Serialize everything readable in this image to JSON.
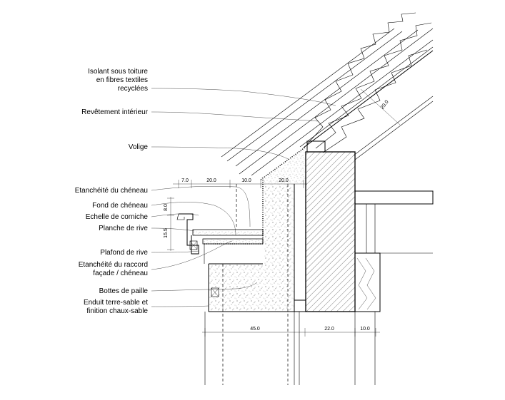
{
  "labels": {
    "isolant": [
      "Isolant sous toiture",
      "en fibres textiles",
      "recyclées"
    ],
    "revetement": "Revêtement intérieur",
    "volige": "Volige",
    "etancheite_cheneau": "Etanchéité du chéneau",
    "fond_cheneau": "Fond de chéneau",
    "echelle_corniche": "Echelle de corniche",
    "planche_rive": "Planche de rive",
    "plafond_rive": "Plafond de rive",
    "etancheite_raccord": [
      "Etanchéité du raccord",
      "façade / chéneau"
    ],
    "bottes_paille": "Bottes de paille",
    "enduit": [
      "Enduit terre-sable et",
      "finition chaux-sable"
    ]
  },
  "dimensions": {
    "top": [
      "7.0",
      "20.0",
      "10.0",
      "20.0"
    ],
    "left_vertical": [
      "8.0",
      "15.5"
    ],
    "bottom": [
      "45.0",
      "22.0",
      "10.0"
    ],
    "insulation_thickness": "20.0"
  }
}
